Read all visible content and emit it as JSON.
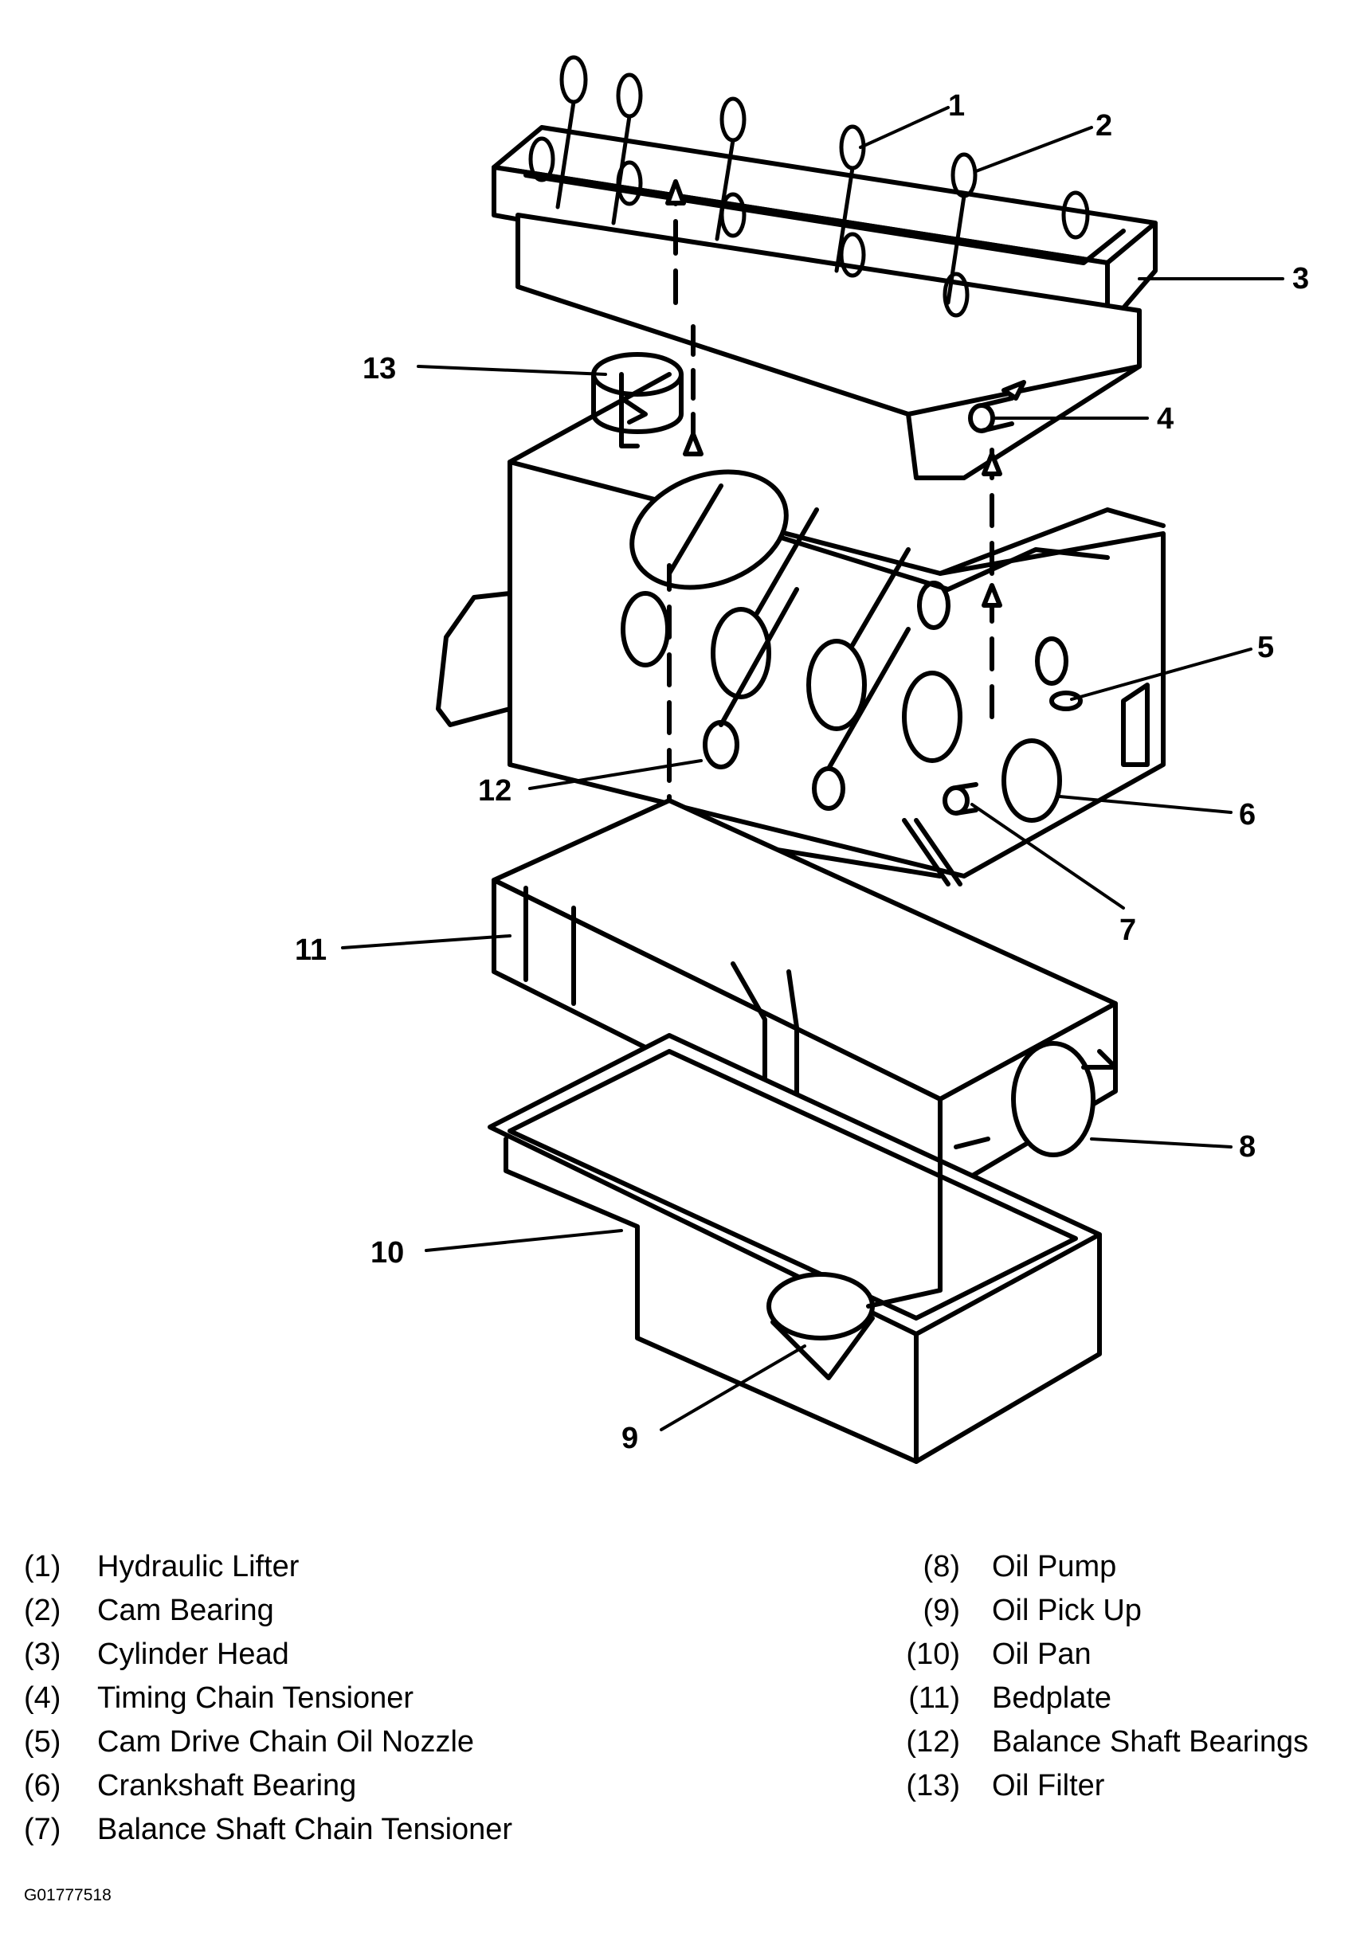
{
  "callouts": [
    "1",
    "2",
    "3",
    "4",
    "5",
    "6",
    "7",
    "8",
    "9",
    "10",
    "11",
    "12",
    "13"
  ],
  "legend": {
    "left": [
      {
        "num": "(1)",
        "label": "Hydraulic Lifter"
      },
      {
        "num": "(2)",
        "label": "Cam Bearing"
      },
      {
        "num": "(3)",
        "label": "Cylinder Head"
      },
      {
        "num": "(4)",
        "label": "Timing Chain Tensioner"
      },
      {
        "num": "(5)",
        "label": "Cam Drive Chain Oil Nozzle"
      },
      {
        "num": "(6)",
        "label": "Crankshaft Bearing"
      },
      {
        "num": "(7)",
        "label": "Balance Shaft Chain Tensioner"
      }
    ],
    "right": [
      {
        "num": "(8)",
        "label": "Oil Pump"
      },
      {
        "num": "(9)",
        "label": "Oil Pick Up"
      },
      {
        "num": "(10)",
        "label": "Oil Pan"
      },
      {
        "num": "(11)",
        "label": "Bedplate"
      },
      {
        "num": "(12)",
        "label": "Balance Shaft Bearings"
      },
      {
        "num": "(13)",
        "label": "Oil Filter"
      }
    ]
  },
  "figure_code": "G01777518"
}
